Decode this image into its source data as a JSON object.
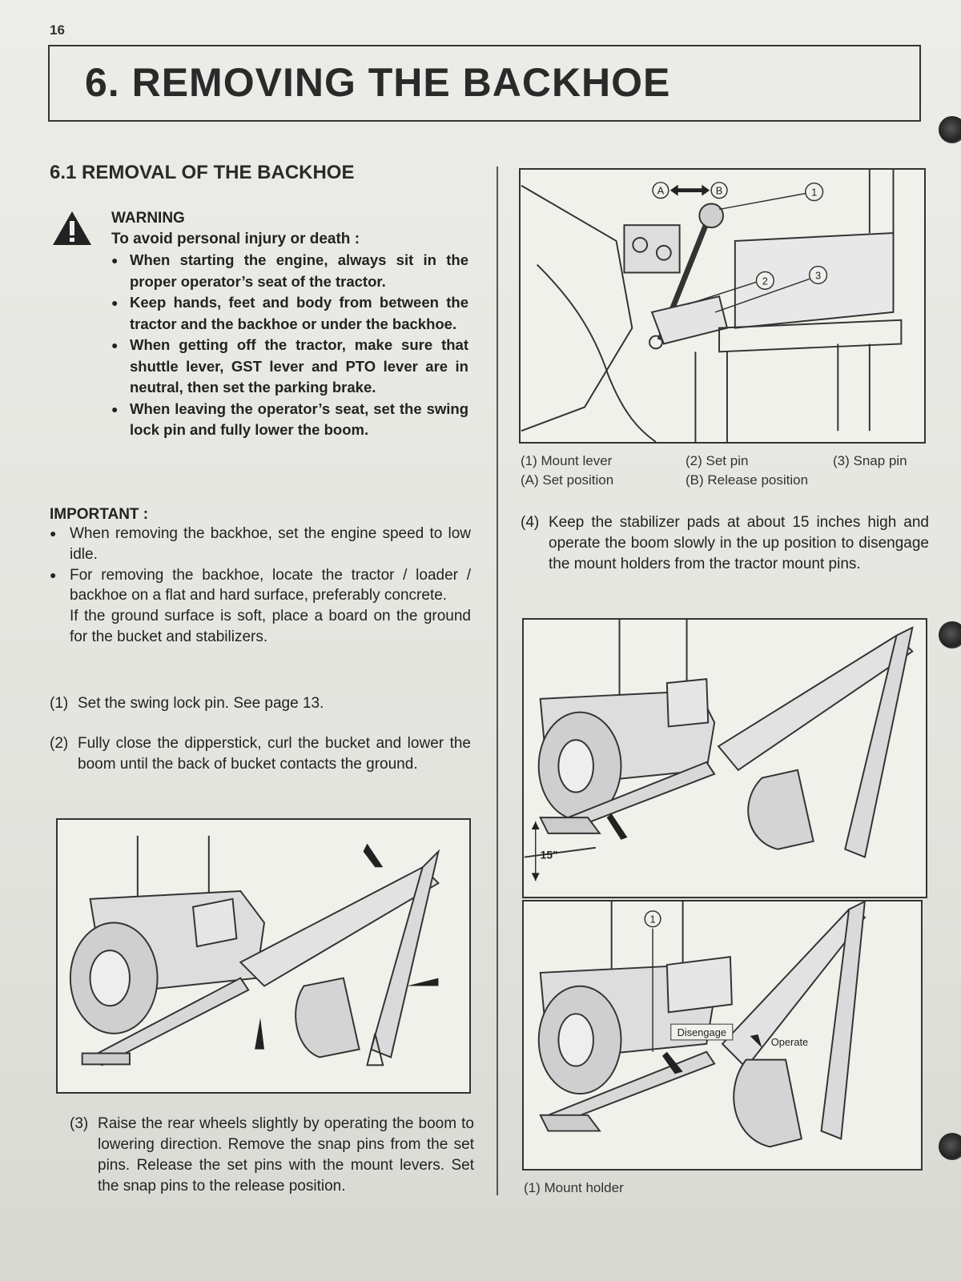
{
  "page_number": "16",
  "title": "6. REMOVING THE BACKHOE",
  "section_title": "6.1 REMOVAL OF THE BACKHOE",
  "warning": {
    "heading": "WARNING",
    "intro": "To avoid personal injury or death :",
    "items": [
      "When starting the engine, always sit in the proper operator’s seat of the tractor.",
      "Keep hands, feet and body from between the tractor and the backhoe or under the backhoe.",
      "When getting off the tractor, make sure that shuttle lever, GST lever and PTO lever are in neutral, then set the parking brake.",
      "When leaving the operator’s seat, set the swing lock pin and fully lower the boom."
    ]
  },
  "important": {
    "heading": "IMPORTANT :",
    "items": [
      {
        "text": "When removing the backhoe, set the engine speed to low idle.",
        "note": ""
      },
      {
        "text": "For removing the backhoe, locate the tractor / loader / backhoe on a flat and hard surface, preferably concrete.",
        "note": "If the ground surface is soft, place a board on the ground for the bucket and stabilizers."
      }
    ]
  },
  "steps": [
    {
      "num": "(1)",
      "text": "Set the swing lock pin. See page 13."
    },
    {
      "num": "(2)",
      "text": "Fully close the dipperstick, curl the bucket and lower the boom until the back of bucket contacts the ground."
    },
    {
      "num": "(3)",
      "text": "Raise the rear wheels slightly by operating the boom to lowering direction. Remove the snap pins from the set pins. Release the set pins with the mount levers. Set the snap pins to the release position."
    },
    {
      "num": "(4)",
      "text": "Keep the stabilizer pads at about 15 inches high and operate the boom slowly in the up position to disengage the mount holders from the tractor mount pins."
    }
  ],
  "figure1": {
    "callouts": {
      "a": "A",
      "b": "B",
      "c1": "1",
      "c2": "2",
      "c3": "3"
    },
    "captions": {
      "mount_lever": "(1) Mount lever",
      "set_pin": "(2) Set pin",
      "snap_pin": "(3) Snap pin",
      "set_position": "(A) Set position",
      "release_position": "(B) Release position"
    }
  },
  "figure3": {
    "height_label": "15\""
  },
  "figure4": {
    "callout": "1",
    "disengage": "Disengage",
    "operate": "Operate",
    "caption": "(1) Mount holder"
  }
}
